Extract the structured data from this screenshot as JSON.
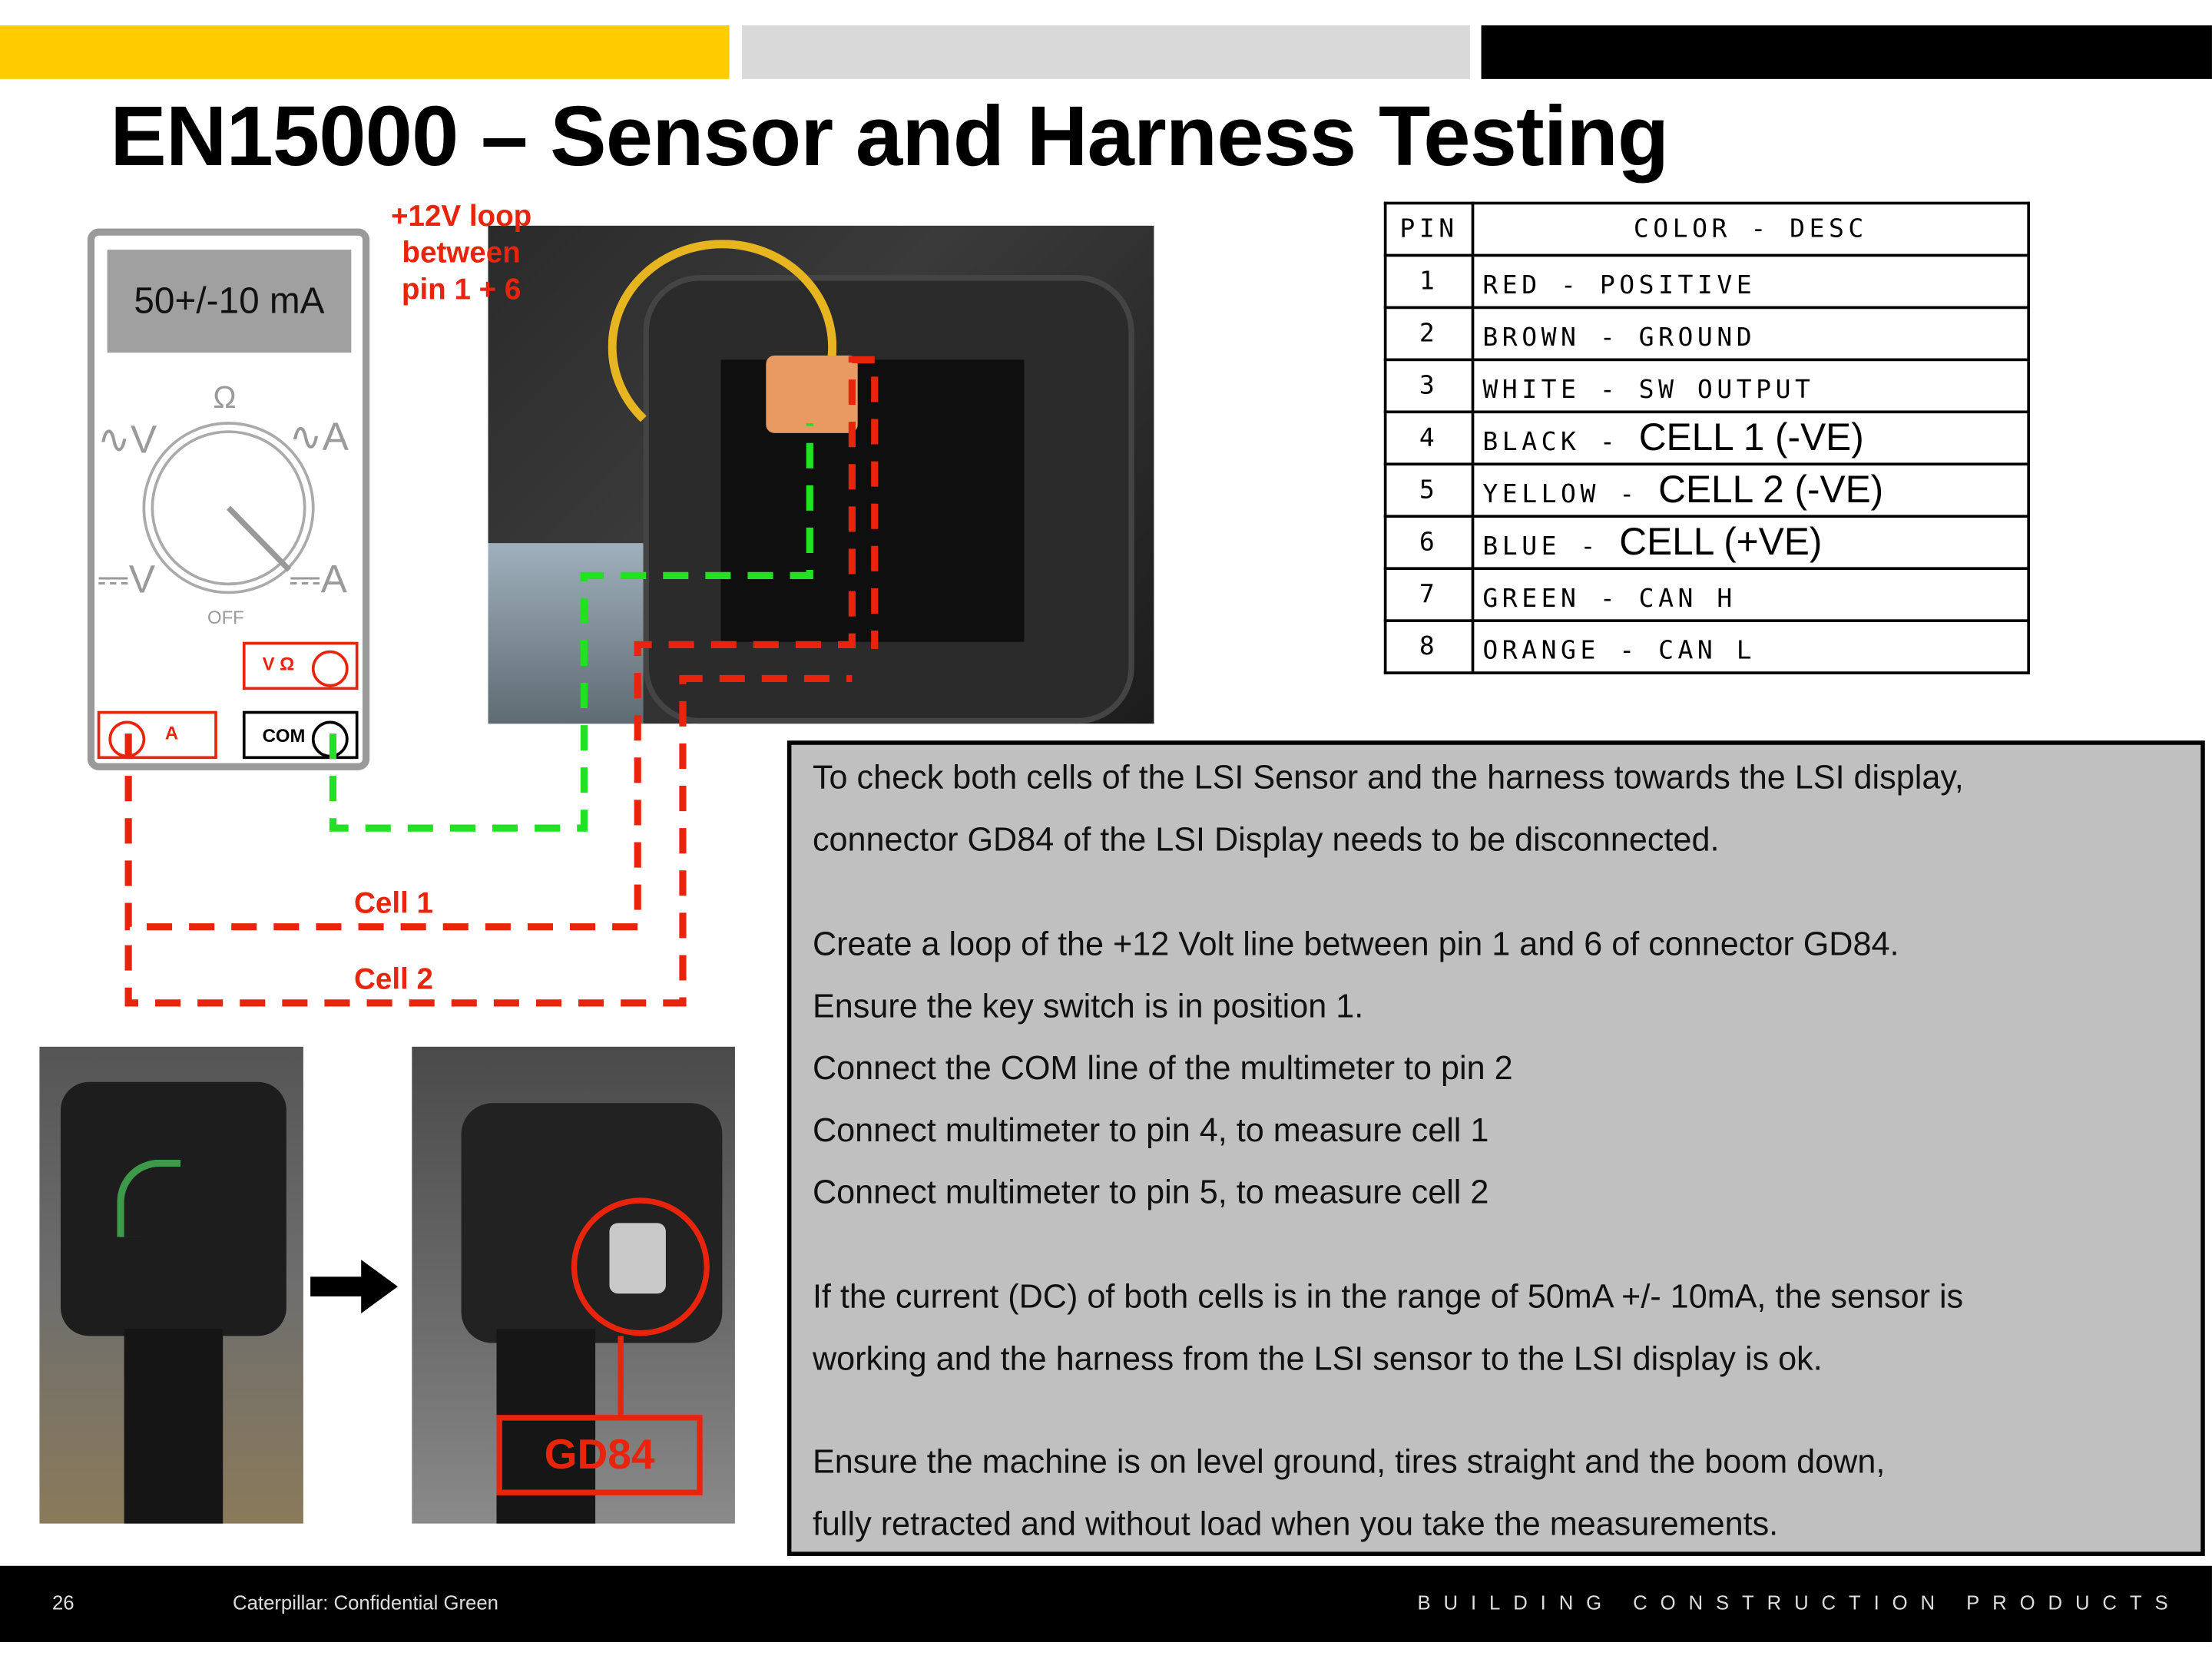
{
  "title": "EN15000 – Sensor and Harness Testing",
  "colors": {
    "yellow": "#FFCC00",
    "grey": "#D9D9D9",
    "black": "#000000",
    "red": "#E8250C",
    "green": "#22E022"
  },
  "multimeter": {
    "display": "50+/-10 mA",
    "dial_labels": {
      "ohm": "Ω",
      "ac_v": "∿V",
      "ac_a": "∿A",
      "dc_v": "⎓V",
      "dc_a": "⎓A",
      "off": "OFF"
    },
    "ports": {
      "v_ohm": "V Ω",
      "amp": "A",
      "com": "COM"
    }
  },
  "loop_note": [
    "+12V loop",
    "between",
    "pin 1 + 6"
  ],
  "wire_labels": {
    "cell1": "Cell 1",
    "cell2": "Cell 2"
  },
  "connector_label": "GD84",
  "pin_table": {
    "headers": [
      "PIN",
      "COLOR - DESC"
    ],
    "rows": [
      {
        "pin": "1",
        "color": "RED - POSITIVE",
        "desc": ""
      },
      {
        "pin": "2",
        "color": "BROWN - GROUND",
        "desc": ""
      },
      {
        "pin": "3",
        "color": "WHITE - SW OUTPUT",
        "desc": ""
      },
      {
        "pin": "4",
        "color": "BLACK - ",
        "desc": "CELL 1 (-VE)"
      },
      {
        "pin": "5",
        "color": "YELLOW - ",
        "desc": "CELL 2 (-VE)"
      },
      {
        "pin": "6",
        "color": "BLUE - ",
        "desc": "CELL (+VE)"
      },
      {
        "pin": "7",
        "color": "GREEN - CAN H",
        "desc": ""
      },
      {
        "pin": "8",
        "color": "ORANGE - CAN L",
        "desc": ""
      }
    ]
  },
  "instructions": [
    "To check both cells of the LSI Sensor and the harness towards the LSI display,",
    "connector GD84 of the LSI Display needs to be disconnected.",
    "Create a loop of the +12 Volt line between pin 1 and 6 of connector GD84.",
    "Ensure the key switch is in position 1.",
    "Connect the COM line of the multimeter to pin 2",
    "Connect multimeter to pin 4, to measure cell 1",
    "Connect multimeter to pin 5, to measure cell 2",
    "If the current (DC) of both cells is in the range of 50mA +/- 10mA, the sensor is",
    "working and the harness from the LSI sensor to the LSI display is ok.",
    "Ensure the machine is on level ground, tires straight and the boom down,",
    "fully retracted and without load when you take the measurements."
  ],
  "footer": {
    "page": "26",
    "classification": "Caterpillar: Confidential Green",
    "division": "BUILDING CONSTRUCTION PRODUCTS"
  }
}
